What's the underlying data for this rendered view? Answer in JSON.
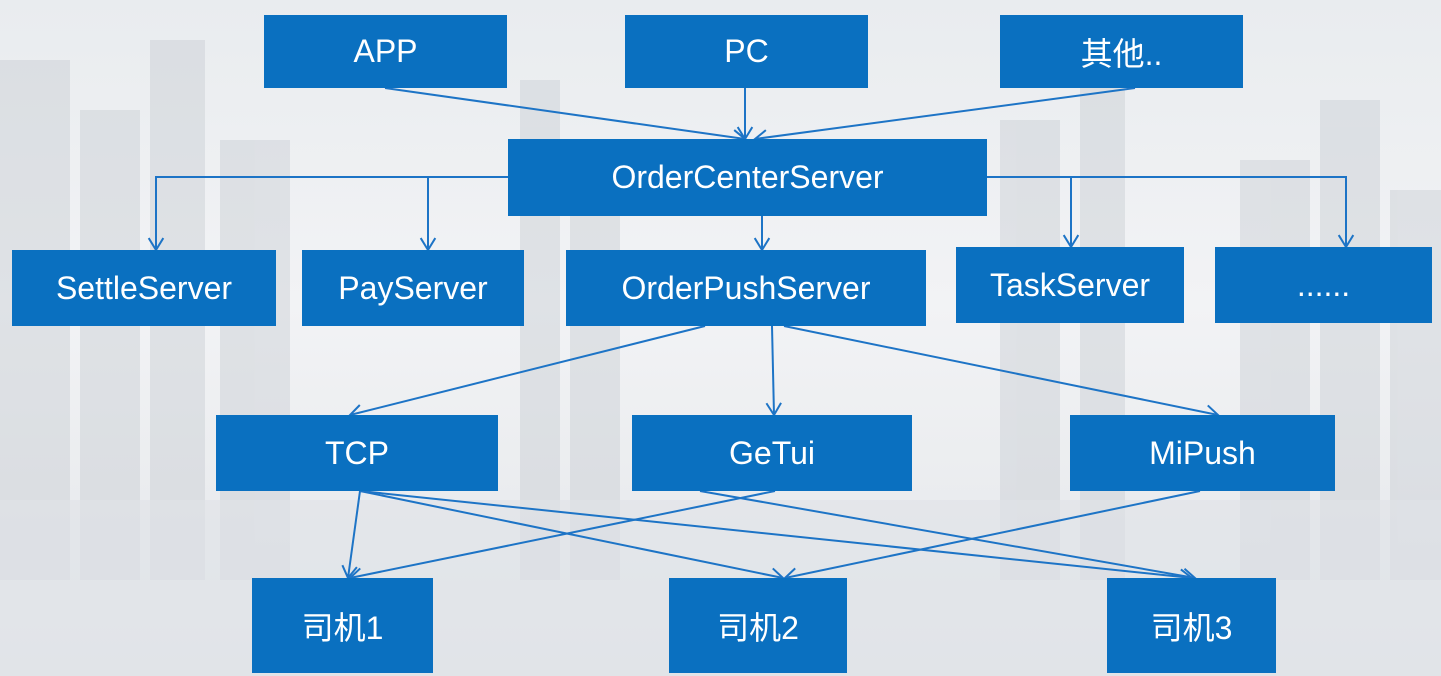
{
  "colors": {
    "box": "#0A70C0",
    "line": "#1D74C6",
    "text": "#FFFFFF"
  },
  "nodes": {
    "app": "APP",
    "pc": "PC",
    "other": "其他..",
    "order_center": "OrderCenterServer",
    "settle": "SettleServer",
    "pay": "PayServer",
    "order_push": "OrderPushServer",
    "task": "TaskServer",
    "more": "......",
    "tcp": "TCP",
    "getui": "GeTui",
    "mipush": "MiPush",
    "driver1": "司机1",
    "driver2": "司机2",
    "driver3": "司机3"
  },
  "edges": [
    [
      "app",
      "order_center"
    ],
    [
      "pc",
      "order_center"
    ],
    [
      "other",
      "order_center"
    ],
    [
      "order_center",
      "settle"
    ],
    [
      "order_center",
      "pay"
    ],
    [
      "order_center",
      "order_push"
    ],
    [
      "order_center",
      "task"
    ],
    [
      "order_center",
      "more"
    ],
    [
      "order_push",
      "tcp"
    ],
    [
      "order_push",
      "getui"
    ],
    [
      "order_push",
      "mipush"
    ],
    [
      "tcp",
      "driver1"
    ],
    [
      "tcp",
      "driver2"
    ],
    [
      "tcp",
      "driver3"
    ],
    [
      "getui",
      "driver1"
    ],
    [
      "getui",
      "driver3"
    ],
    [
      "mipush",
      "driver2"
    ]
  ]
}
